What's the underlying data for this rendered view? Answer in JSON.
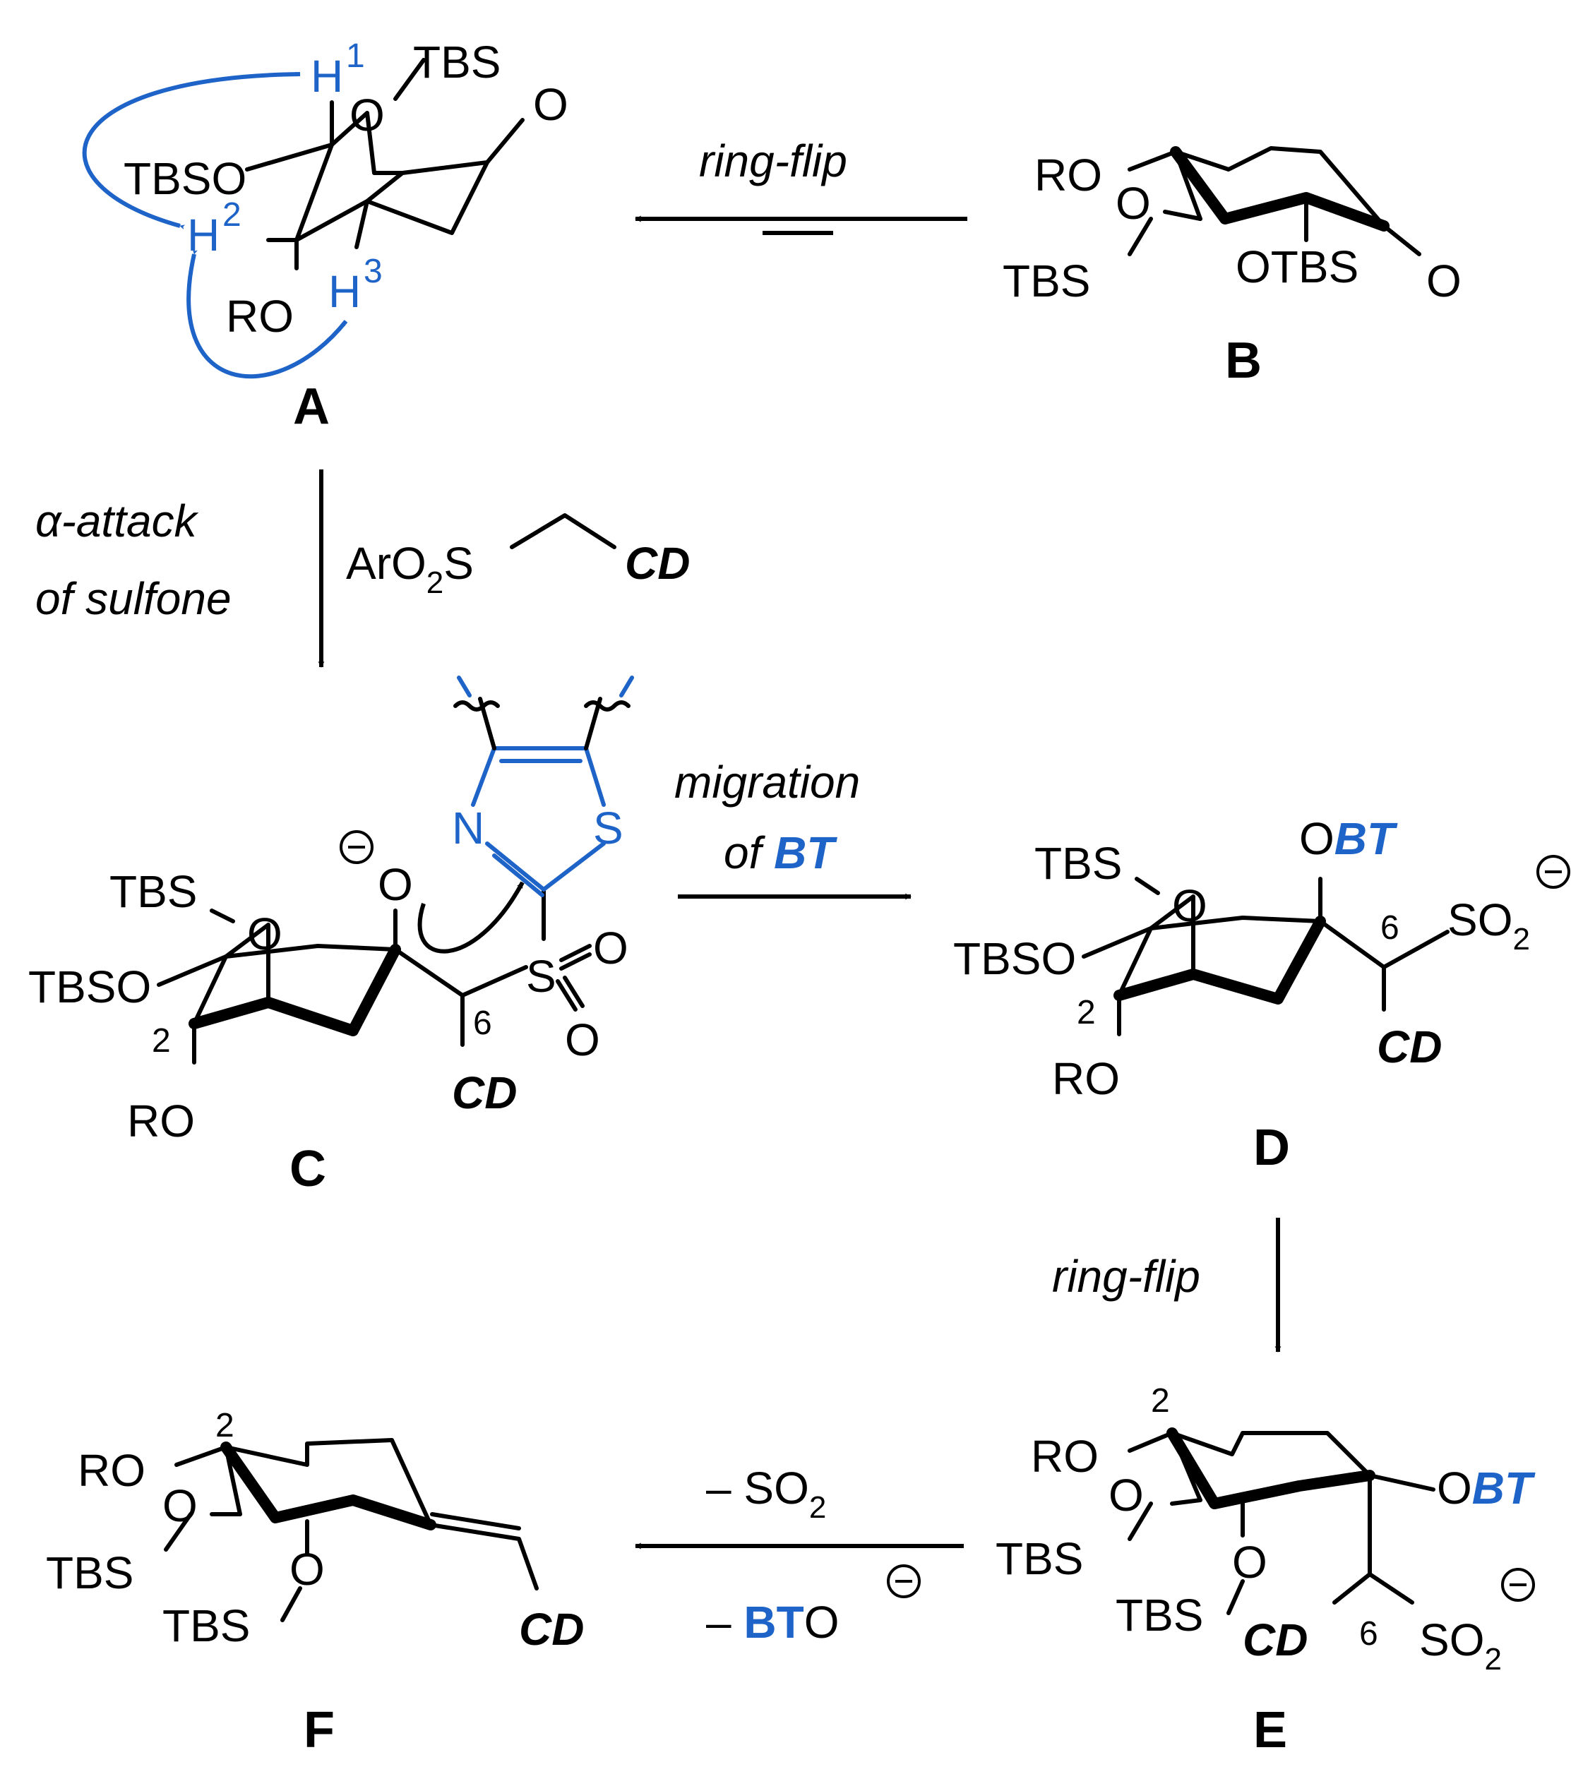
{
  "colors": {
    "text": "#000000",
    "highlight": "#1e63c8"
  },
  "compounds": {
    "A": {
      "label": "A",
      "subs": [
        "TBS",
        "TBSO",
        "RO"
      ],
      "O": "O",
      "H": [
        "H",
        "H",
        "H"
      ],
      "H_sup": [
        "1",
        "2",
        "3"
      ]
    },
    "B": {
      "label": "B",
      "subs": [
        "RO",
        "O",
        "TBS",
        "OTBS",
        "O"
      ]
    },
    "C": {
      "label": "C",
      "subs": [
        "TBS",
        "O",
        "TBSO",
        "RO",
        "O",
        "S",
        "O",
        "O",
        "CD"
      ],
      "locants": [
        "2",
        "6"
      ],
      "charge": "⊖",
      "heterocycle": {
        "N": "N",
        "S": "S"
      }
    },
    "D": {
      "label": "D",
      "subs": [
        "TBS",
        "O",
        "TBSO",
        "RO",
        "O",
        "BT",
        "SO",
        "2",
        "CD"
      ],
      "locants": [
        "2",
        "6"
      ],
      "charge": "⊖"
    },
    "E": {
      "label": "E",
      "subs": [
        "RO",
        "O",
        "TBS",
        "O",
        "TBS",
        "O",
        "BT",
        "CD",
        "SO",
        "2"
      ],
      "locants": [
        "2",
        "6"
      ],
      "charge": "⊖"
    },
    "F": {
      "label": "F",
      "subs": [
        "RO",
        "O",
        "TBS",
        "O",
        "TBS",
        "CD"
      ],
      "locants": [
        "2"
      ]
    }
  },
  "arrows": {
    "ring_flip_top": "ring-flip",
    "alpha": {
      "line1_symbol": "α",
      "line1": "-attack",
      "line2": "of sulfone",
      "reagent_a": "ArO",
      "reagent_sub": "2",
      "reagent_b": "S",
      "reagent_cd": "CD"
    },
    "migration": {
      "line1": "migration",
      "line2_a": "of ",
      "line2_b": "BT"
    },
    "ring_flip_right": "ring-flip",
    "elimination": {
      "line1": "– SO",
      "line1_sub": "2",
      "line2_a": "– ",
      "line2_b": "BT",
      "line2_c": "O",
      "charge": "⊖"
    }
  }
}
